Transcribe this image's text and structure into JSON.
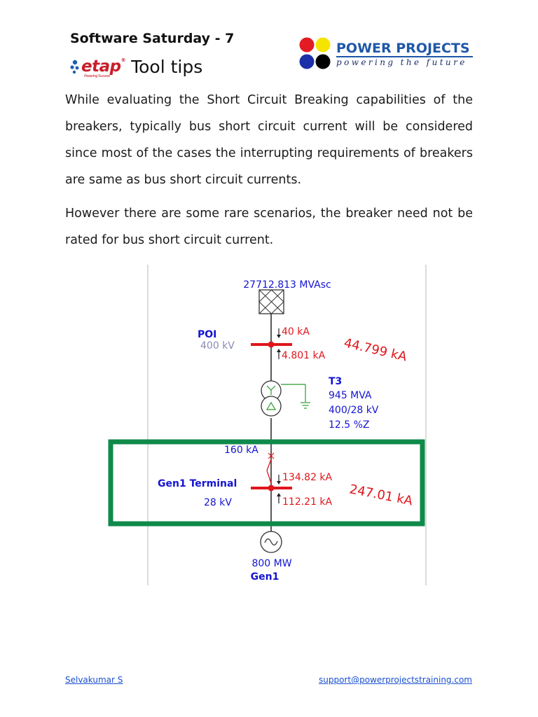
{
  "header": {
    "title": "Software Saturday - 7",
    "etap_logo": "etap",
    "etap_tagline": "Powering Success",
    "tool_tips": "Tool tips"
  },
  "brand": {
    "name": "POWER PROJECTS",
    "tagline": "powering the future",
    "colors": {
      "red": "#e31b23",
      "yellow": "#f5e400",
      "blue": "#1b2fa8",
      "black": "#000000",
      "text": "#1e57a8"
    }
  },
  "paragraphs": [
    "While evaluating the Short Circuit Breaking capabilities of the breakers, typically bus short circuit current will be considered since most of the cases the interrupting requirements of breakers are same as bus short circuit currents.",
    "However there are some rare scenarios, the breaker need not be rated for bus short circuit current."
  ],
  "diagram": {
    "source_label": "27712.813 MVAsc",
    "poi": {
      "name": "POI",
      "voltage": "400 kV",
      "current_top": "40 kA",
      "current_bottom": "4.801 kA",
      "total": "44.799 kA"
    },
    "transformer": {
      "name": "T3",
      "rating": "945 MVA",
      "voltage": "400/28 kV",
      "impedance": "12.5 %Z"
    },
    "breaker_label": "160 kA",
    "gen_terminal": {
      "name": "Gen1 Terminal",
      "voltage": "28 kV",
      "current_top": "134.82 kA",
      "current_bottom": "112.21 kA",
      "total": "247.01 kA"
    },
    "generator": {
      "rating": "800 MW",
      "name": "Gen1"
    },
    "colors": {
      "blue": "#1414d2",
      "red": "#e0161c",
      "green": "#0e8a4a",
      "green_line": "#2a9a2a",
      "gray": "#8a8ab8"
    }
  },
  "footer": {
    "author": "Selvakumar S",
    "email": "support@powerprojectstraining.com"
  }
}
